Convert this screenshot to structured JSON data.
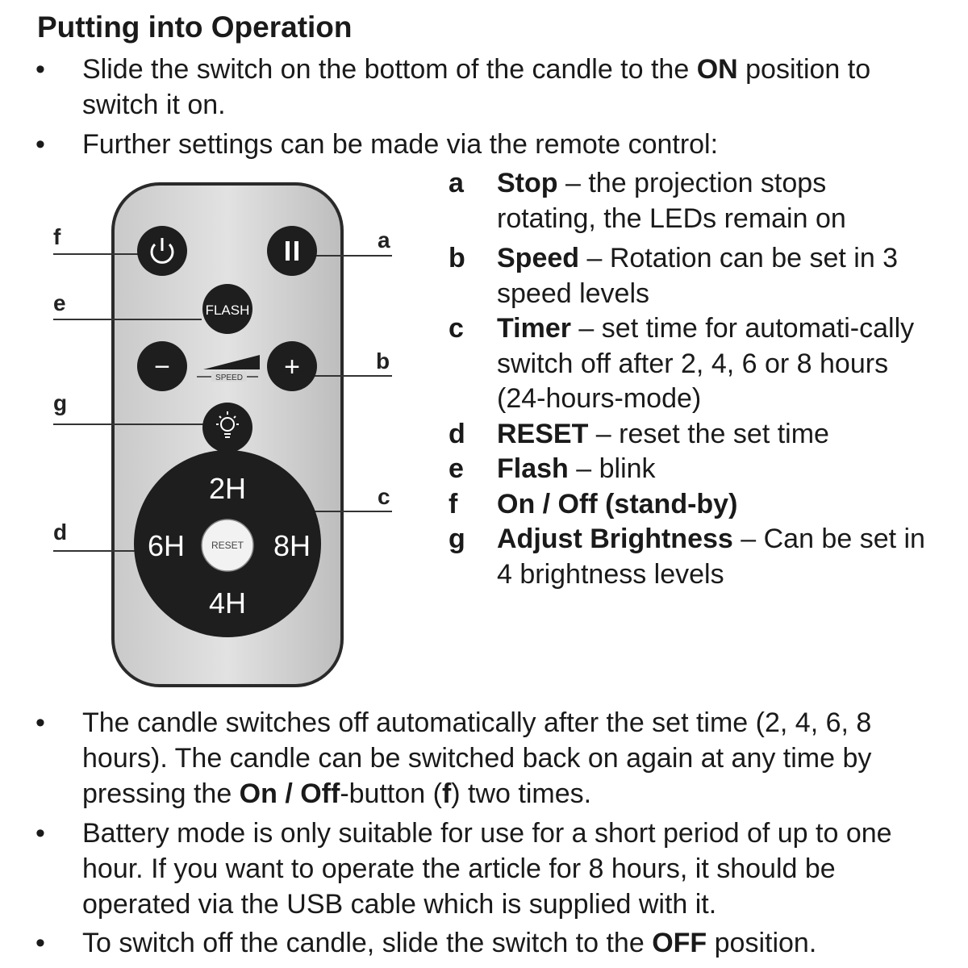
{
  "heading": "Putting into Operation",
  "bullets_top": [
    {
      "pre": "Slide the switch on the bottom of the candle to the ",
      "bold": "ON",
      "post": " position to switch it on."
    },
    {
      "pre": "Further settings can be made via the remote control:",
      "bold": "",
      "post": ""
    }
  ],
  "legend": [
    {
      "key": "a",
      "term": "Stop",
      "text": " – the projection stops rotating, the LEDs remain on"
    },
    {
      "key": "b",
      "term": "Speed",
      "text": " – Rotation can be set in 3 speed levels"
    },
    {
      "key": "c",
      "term": "Timer",
      "text": " – set time for automati-cally switch off after 2, 4, 6 or 8 hours (24-hours-mode)"
    },
    {
      "key": "d",
      "term": "RESET",
      "text": " – reset the set time"
    },
    {
      "key": "e",
      "term": "Flash",
      "text": " – blink"
    },
    {
      "key": "f",
      "term": "On / Off (stand-by)",
      "text": ""
    },
    {
      "key": "g",
      "term": "Adjust Brightness",
      "text": " – Can be set in 4 brightness levels"
    }
  ],
  "remote": {
    "labels": {
      "a": "a",
      "b": "b",
      "c": "c",
      "d": "d",
      "e": "e",
      "f": "f",
      "g": "g"
    },
    "buttons": {
      "flash": "FLASH",
      "minus": "−",
      "plus": "+",
      "speed": "SPEED",
      "timer_2h": "2H",
      "timer_4h": "4H",
      "timer_6h": "6H",
      "timer_8h": "8H",
      "reset": "RESET"
    },
    "icons": {
      "power": "power-icon",
      "pause": "pause-icon",
      "brightness": "light-bulb-icon"
    }
  },
  "bullets_bottom": [
    {
      "pre": "The candle switches off automatically after the set time (2, 4, 6, 8 hours). The candle can be switched back on again at any time by pressing the ",
      "bold": "On / Off",
      "mid": "-button (",
      "bold2": "f",
      "post": ") two times."
    },
    {
      "pre": "Battery mode is only suitable for use for a short period of up to one hour. If you want to operate the article for 8 hours, it should be operated via the USB cable which is supplied with it.",
      "bold": "",
      "mid": "",
      "bold2": "",
      "post": ""
    },
    {
      "pre": "To switch off the candle, slide the switch to the ",
      "bold": "OFF",
      "mid": " position.",
      "bold2": "",
      "post": ""
    }
  ]
}
